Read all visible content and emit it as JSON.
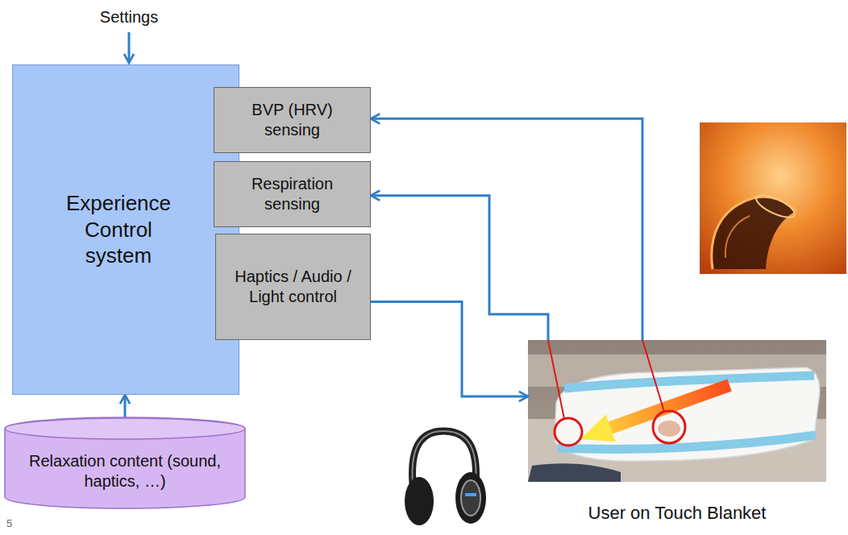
{
  "diagram": {
    "nodes": [
      {
        "text": [
          "Experience Control system"
        ]
      },
      {
        "text": [
          "BVP (HRV) sensing"
        ]
      },
      {
        "text": [
          "Respiration sensing"
        ]
      },
      {
        "text": [
          "Haptics / Audio / Light control"
        ]
      },
      {
        "text": [
          "Relaxation content (sound, haptics, …)"
        ]
      },
      {
        "text": [
          "User on Touch Blanket"
        ]
      }
    ],
    "edges": [
      {
        "from": 5,
        "to": 1,
        "arrow": "to"
      },
      {
        "from": 5,
        "to": 2,
        "arrow": "to"
      },
      {
        "from": 3,
        "to": 5,
        "arrow": "to"
      },
      {
        "from": 4,
        "to": 0,
        "arrow": "to"
      }
    ],
    "labels": [
      "Settings",
      "5"
    ]
  }
}
